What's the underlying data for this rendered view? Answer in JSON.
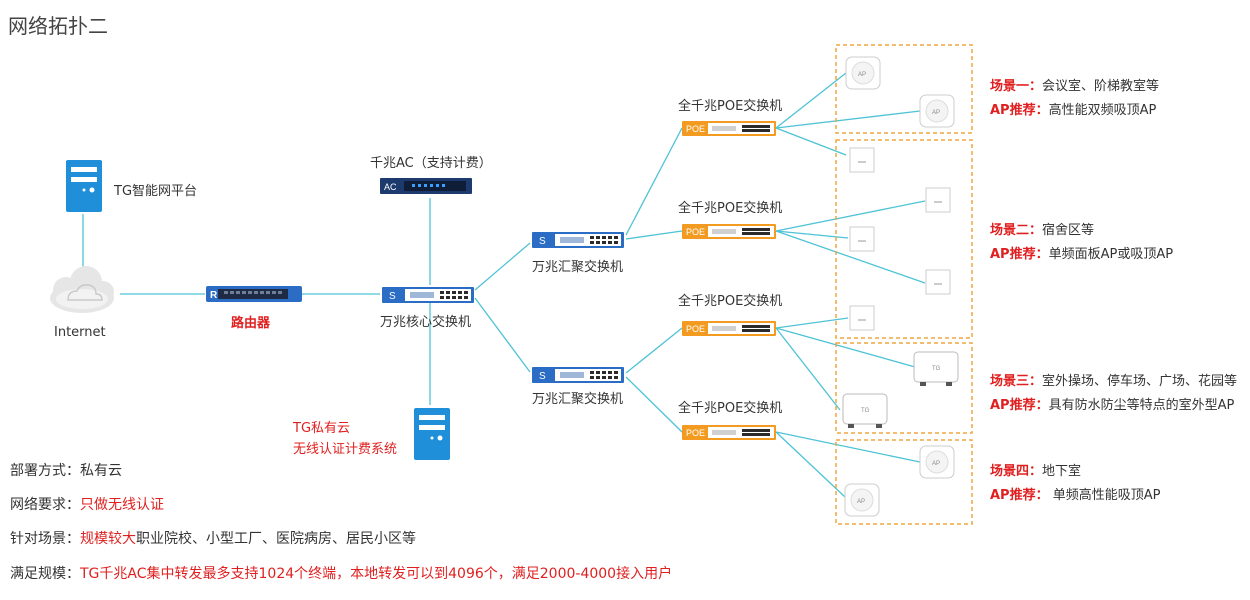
{
  "title": "网络拓扑二",
  "nodes": {
    "platform": "TG智能网平台",
    "internet": "Internet",
    "router": "路由器",
    "ac": "千兆AC（支持计费）",
    "core_switch": "万兆核心交换机",
    "agg_switch_1": "万兆汇聚交换机",
    "agg_switch_2": "万兆汇聚交换机",
    "private_cloud_line1": "TG私有云",
    "private_cloud_line2": "无线认证计费系统",
    "poe_1": "全千兆POE交换机",
    "poe_2": "全千兆POE交换机",
    "poe_3": "全千兆POE交换机",
    "poe_4": "全千兆POE交换机"
  },
  "device_badges": {
    "router": "R",
    "switch": "S",
    "ac": "AC",
    "poe": "POE",
    "ap": "AP",
    "outdoor": "TG"
  },
  "scenes": [
    {
      "scene_label": "场景一：",
      "scene_text": "会议室、阶梯教室等",
      "ap_label": "AP推荐：",
      "ap_text": "高性能双频吸顶AP"
    },
    {
      "scene_label": "场景二：",
      "scene_text": "宿舍区等",
      "ap_label": "AP推荐：",
      "ap_text": "单频面板AP或吸顶AP"
    },
    {
      "scene_label": "场景三：",
      "scene_text": "室外操场、停车场、广场、花园等",
      "ap_label": "AP推荐：",
      "ap_text": "具有防水防尘等特点的室外型AP"
    },
    {
      "scene_label": "场景四：",
      "scene_text": "地下室",
      "ap_label": "AP推荐：",
      "ap_text": " 单频高性能吸顶AP"
    }
  ],
  "info": {
    "deploy_label": "部署方式：",
    "deploy_value": "私有云",
    "network_label": "网络要求：",
    "network_value": "只做无线认证",
    "scenario_label": "针对场景：",
    "scenario_highlight": "规模较大",
    "scenario_rest": "职业院校、小型工厂、医院病房、居民小区等",
    "scale_label": "满足规模：",
    "scale_value": "TG千兆AC集中转发最多支持1024个终端，本地转发可以到4096个，满足2000-4000接入用户"
  },
  "colors": {
    "link": "#4ec3d6",
    "server_blue": "#1f8fd9",
    "switch_blue": "#2b6cc4",
    "poe_orange": "#f29b20",
    "scene_border": "#f0a640",
    "accent_red": "#e02020"
  }
}
